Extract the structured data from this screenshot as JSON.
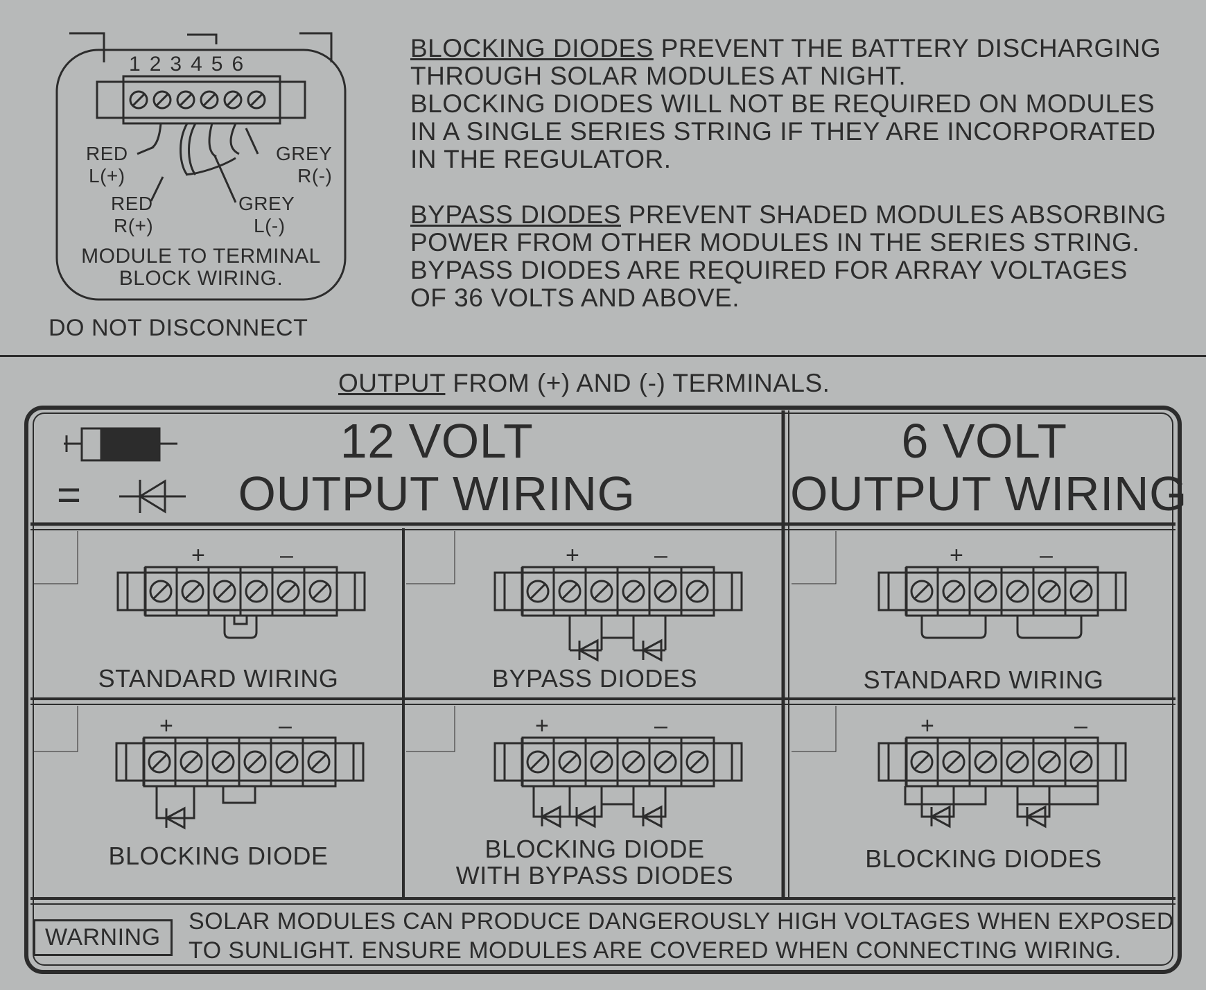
{
  "top_diagram": {
    "terminal_numbers": [
      "1",
      "2",
      "3",
      "4",
      "5",
      "6"
    ],
    "wire_labels": {
      "red_left": [
        "RED",
        "L(+)"
      ],
      "red_right": [
        "RED",
        "R(+)"
      ],
      "grey_right": [
        "GREY",
        "R(-)"
      ],
      "grey_left": [
        "GREY",
        "L(-)"
      ]
    },
    "caption": [
      "MODULE TO TERMINAL",
      "BLOCK WIRING."
    ],
    "notice": "DO NOT DISCONNECT"
  },
  "blocking_info": {
    "heading": "BLOCKING DIODES",
    "lines": [
      " PREVENT THE BATTERY DISCHARGING",
      "THROUGH SOLAR MODULES AT NIGHT.",
      "BLOCKING DIODES WILL NOT BE REQUIRED ON MODULES",
      "IN A SINGLE SERIES STRING IF THEY ARE INCORPORATED",
      "IN THE REGULATOR."
    ]
  },
  "bypass_info": {
    "heading": "BYPASS DIODES",
    "lines": [
      " PREVENT SHADED MODULES ABSORBING",
      "POWER FROM OTHER MODULES IN THE SERIES STRING.",
      "BYPASS DIODES ARE REQUIRED FOR ARRAY VOLTAGES",
      "OF 36 VOLTS AND ABOVE."
    ]
  },
  "output": {
    "heading": "OUTPUT",
    "rest": " FROM (+) AND (-) TERMINALS."
  },
  "legend_symbol": "=",
  "sections": {
    "twelve_volt": [
      "12 VOLT",
      "OUTPUT WIRING"
    ],
    "six_volt": [
      "6 VOLT",
      "OUTPUT WIRING"
    ]
  },
  "panels": {
    "p12_standard": "STANDARD WIRING",
    "p12_bypass": "BYPASS DIODES",
    "p6_standard": "STANDARD WIRING",
    "p12_blocking": "BLOCKING DIODE",
    "p12_blocking_bypass": [
      "BLOCKING DIODE",
      "WITH BYPASS DIODES"
    ],
    "p6_blocking": "BLOCKING DIODES"
  },
  "polarity": {
    "plus": "+",
    "minus": "–"
  },
  "warning": {
    "tag": "WARNING",
    "lines": [
      "SOLAR MODULES CAN PRODUCE DANGEROUSLY HIGH VOLTAGES WHEN EXPOSED",
      "TO SUNLIGHT. ENSURE MODULES ARE COVERED WHEN CONNECTING WIRING."
    ]
  },
  "colors": {
    "ink": "#2c2c2c",
    "label": "#b7b9b9"
  }
}
